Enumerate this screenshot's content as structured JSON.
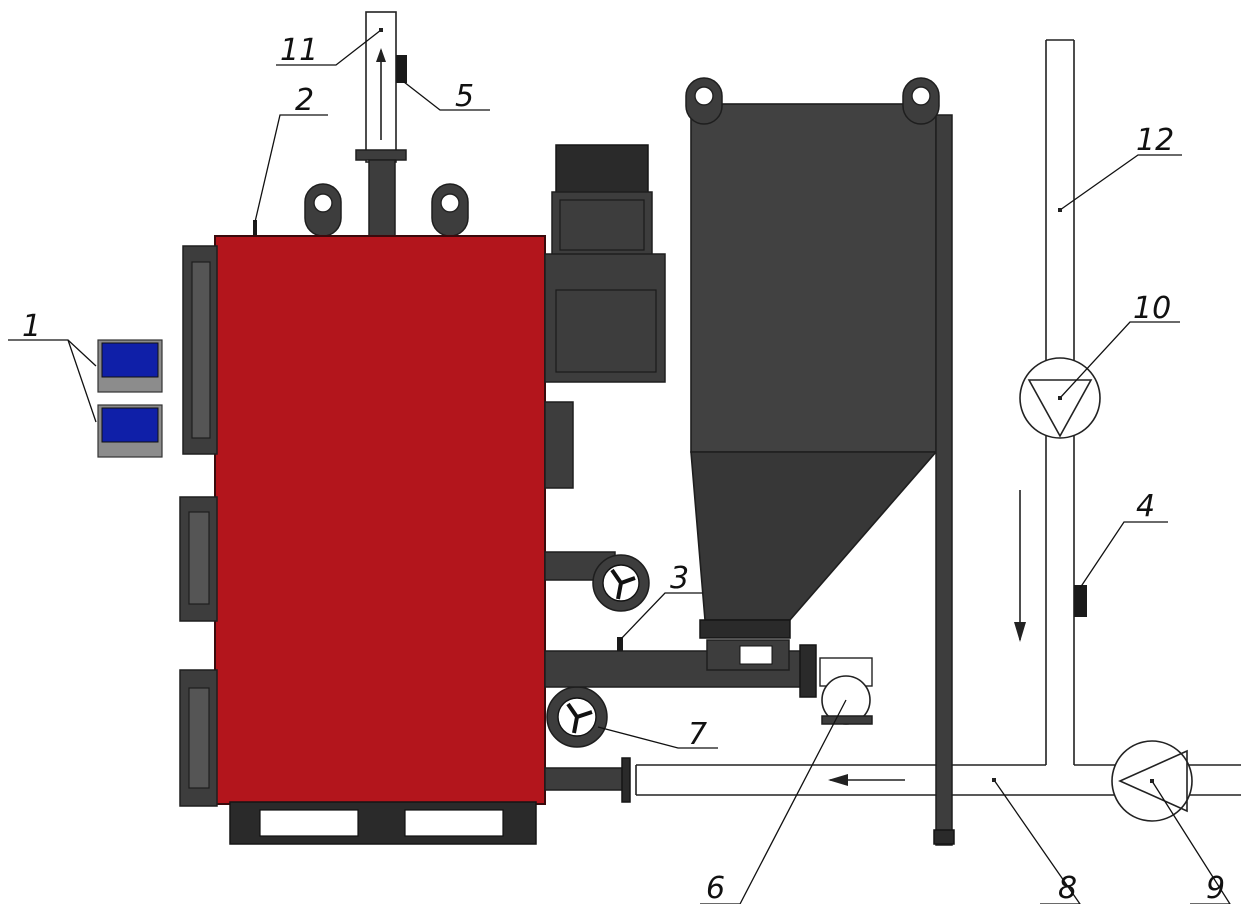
{
  "callouts": [
    {
      "id": "1",
      "label": "1"
    },
    {
      "id": "2",
      "label": "2"
    },
    {
      "id": "3",
      "label": "3"
    },
    {
      "id": "4",
      "label": "4"
    },
    {
      "id": "5",
      "label": "5"
    },
    {
      "id": "6",
      "label": "6"
    },
    {
      "id": "7",
      "label": "7"
    },
    {
      "id": "8",
      "label": "8"
    },
    {
      "id": "9",
      "label": "9"
    },
    {
      "id": "10",
      "label": "10"
    },
    {
      "id": "11",
      "label": "11"
    },
    {
      "id": "12",
      "label": "12"
    }
  ],
  "colors": {
    "boiler_body": "#b3151c",
    "boiler_dark": "#3d3d3d",
    "controller_screen": "#0f1fa8",
    "controller_case": "#8c8c8c",
    "pipe_outline": "#333333"
  }
}
